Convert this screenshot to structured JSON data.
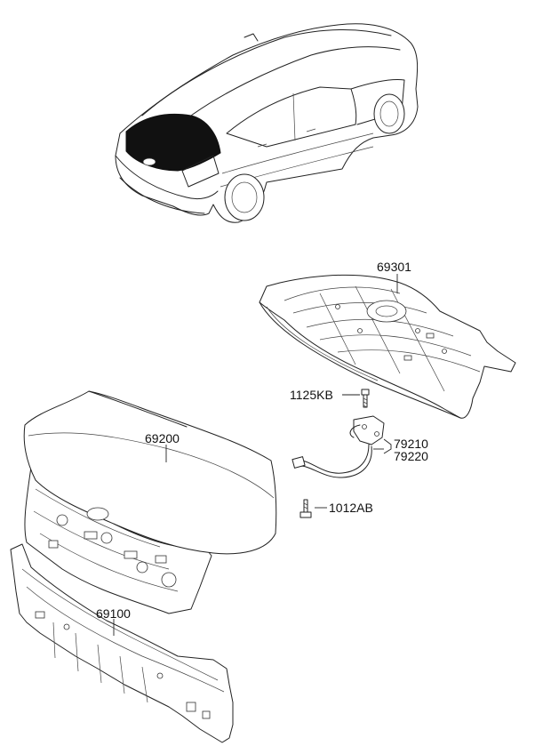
{
  "diagram": {
    "parts": [
      {
        "key": "rear_floor",
        "number": "69301"
      },
      {
        "key": "bolt_top",
        "number": "1125KB"
      },
      {
        "key": "latch_a",
        "number": "79210"
      },
      {
        "key": "latch_b",
        "number": "79220"
      },
      {
        "key": "bolt_bottom",
        "number": "1012AB"
      },
      {
        "key": "trunk_lid",
        "number": "69200"
      },
      {
        "key": "back_panel",
        "number": "69100"
      }
    ]
  }
}
